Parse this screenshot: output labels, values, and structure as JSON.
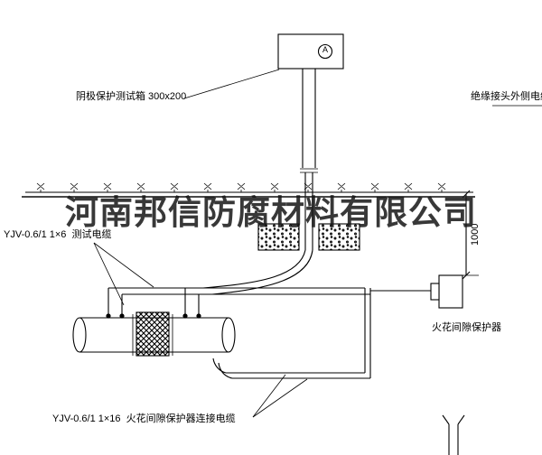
{
  "diagram": {
    "watermark": "河南邦信防腐材料有限公司",
    "labels": {
      "test_box": "阴极保护测试箱 300x200",
      "insulated_joint_cable": "绝缘接头外侧电缆",
      "test_cable": "YJV-0.6/1 1×6  测试电缆",
      "spark_gap_protector": "火花间隙保护器",
      "connection_cable": "YJV-0.6/1 1×16  火花间隙保护器连接电缆",
      "dimension_1000": "1000",
      "ammeter": "A"
    },
    "colors": {
      "line": "#000000",
      "background": "#ffffff",
      "watermark": "#1a1a1a"
    }
  }
}
